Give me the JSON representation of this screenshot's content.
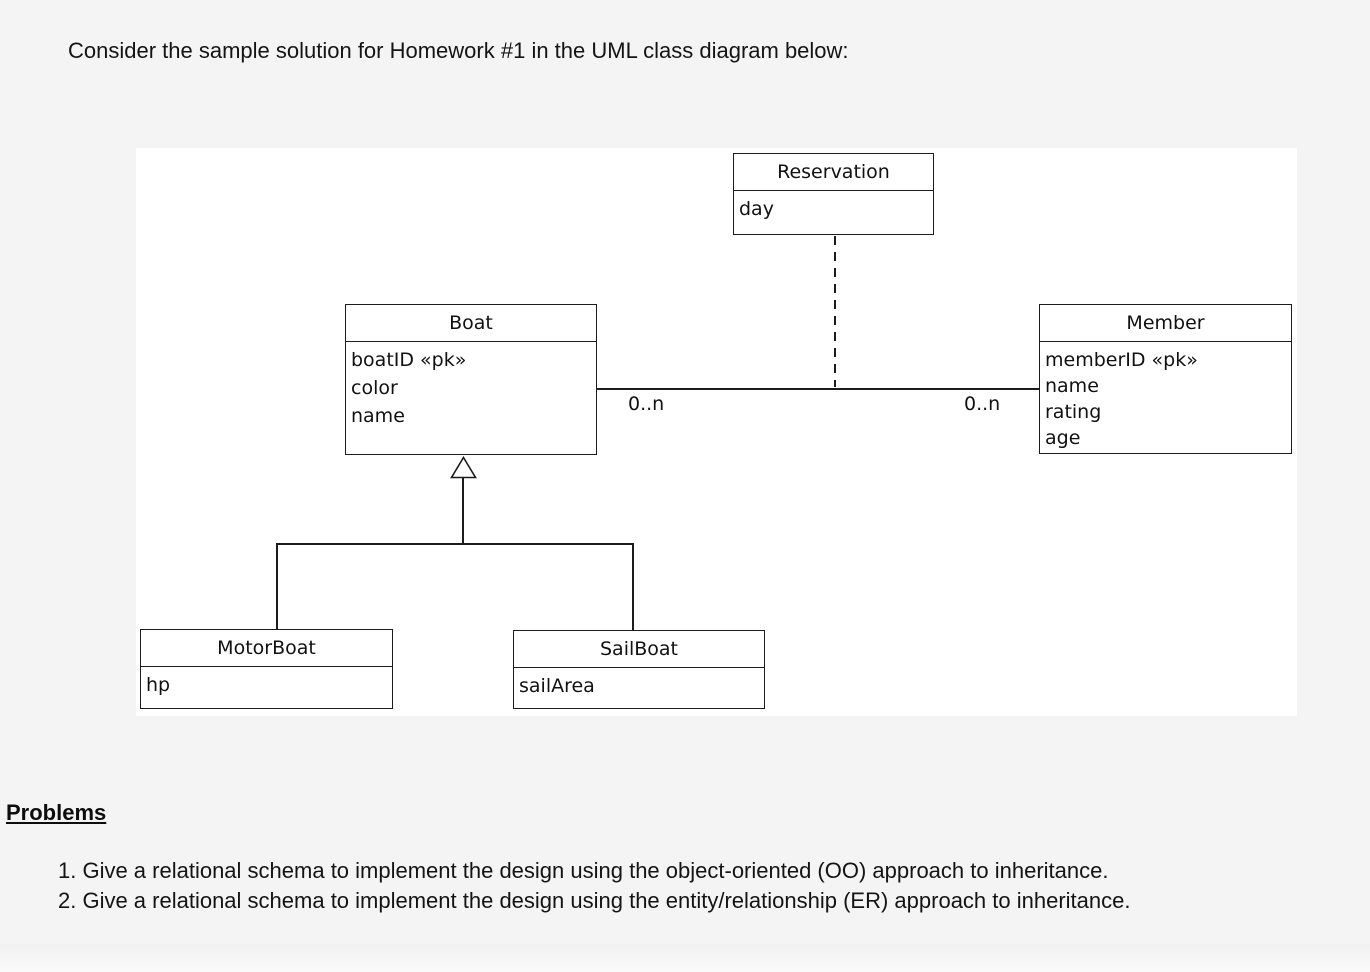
{
  "page": {
    "intro_text": "Consider the sample solution for Homework #1 in the UML class diagram below:",
    "problems_heading": "Problems",
    "problems": [
      "1. Give a relational schema to implement the design using the object-oriented (OO) approach to inheritance.",
      "2. Give a relational schema to implement the design using the entity/relationship (ER) approach to inheritance."
    ]
  },
  "diagram": {
    "classes": {
      "reservation": {
        "name": "Reservation",
        "attributes": [
          "day"
        ]
      },
      "boat": {
        "name": "Boat",
        "attributes": [
          "boatID «pk»",
          "color",
          "name"
        ]
      },
      "member": {
        "name": "Member",
        "attributes": [
          "memberID «pk»",
          "name",
          "rating",
          "age"
        ]
      },
      "motorboat": {
        "name": "MotorBoat",
        "attributes": [
          "hp"
        ]
      },
      "sailboat": {
        "name": "SailBoat",
        "attributes": [
          "sailArea"
        ]
      }
    },
    "association": {
      "left_multiplicity": "0..n",
      "right_multiplicity": "0..n",
      "association_class": "Reservation"
    },
    "generalization": {
      "parent": "Boat",
      "children": [
        "MotorBoat",
        "SailBoat"
      ]
    },
    "colors": {
      "page_background": "#f4f4f4",
      "canvas_background": "#ffffff",
      "line": "#1c1c1c",
      "text": "#111111"
    }
  }
}
